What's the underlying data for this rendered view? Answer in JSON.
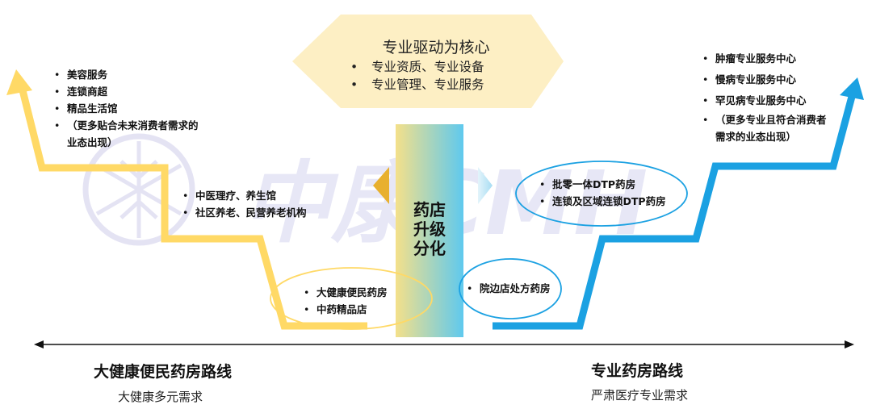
{
  "core": {
    "title": "专业驱动为核心",
    "items": [
      "专业资质、专业设备",
      "专业管理、专业服务"
    ]
  },
  "center_label": [
    "药店",
    "升级",
    "分化"
  ],
  "left": {
    "top_items": [
      "美容服务",
      "连锁商超",
      "精品生活馆",
      "（更多贴合未来消费者需求的业态出现）"
    ],
    "mid_items": [
      "中医理疗、养生馆",
      "社区养老、民营养老机构"
    ],
    "low_items": [
      "大健康便民药房",
      "中药精品店"
    ],
    "route_title": "大健康便民药房路线",
    "route_subtitle": "大健康多元需求"
  },
  "right": {
    "top_items": [
      "肿瘤专业服务中心",
      "慢病专业服务中心",
      "罕见病专业服务中心",
      "（更多专业且符合消费者需求的业态出现）"
    ],
    "mid_items": [
      "批零一体DTP药房",
      "连锁及区域连锁DTP药房"
    ],
    "low_items": [
      "院边店处方药房"
    ],
    "route_title": "专业药房路线",
    "route_subtitle": "严肃医疗专业需求"
  },
  "watermark": "中康CMH",
  "colors": {
    "left_route": "#FFD966",
    "right_route": "#1BA1E2",
    "core_arrow": "#FDEFC4",
    "center_bar_top": "#F2DF8A",
    "center_bar_bottom": "#66CCEE",
    "left_triangle": "#E8B02E",
    "right_triangle": "#BFE6F5"
  }
}
